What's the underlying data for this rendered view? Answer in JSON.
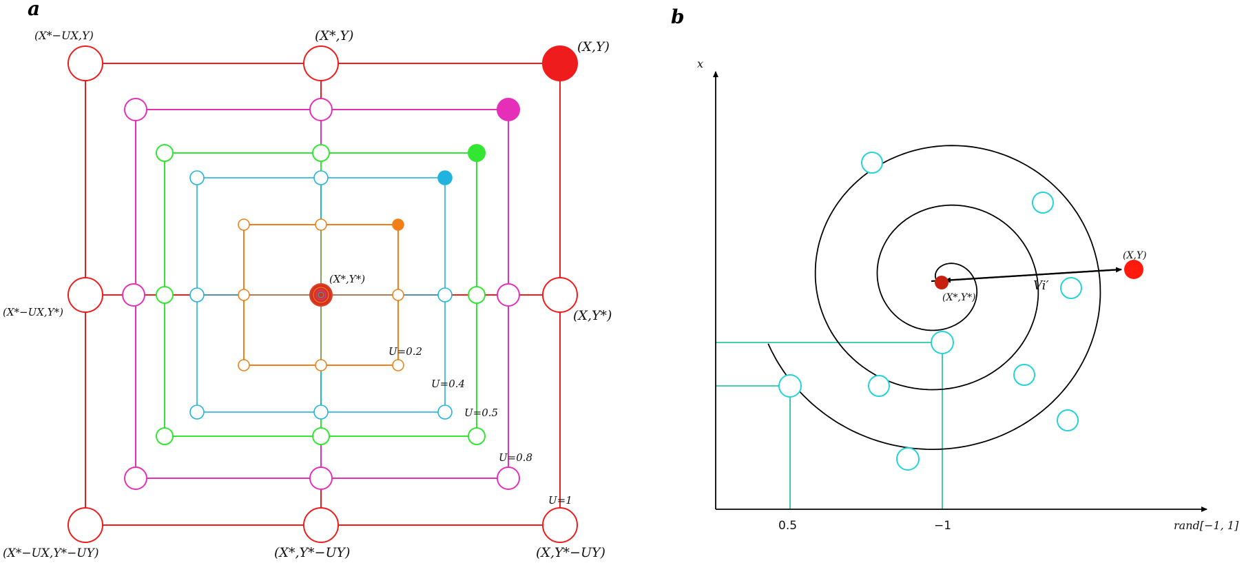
{
  "panel_a": {
    "letter": "a",
    "corner_labels": {
      "top_left": "(X*−UX,Y)",
      "top_mid": "(X*,Y)",
      "top_right": "(X,Y)",
      "mid_left": "(X*−UX,Y*)",
      "center": "(X*,Y*)",
      "mid_right": "(X,Y*)",
      "bot_left": "(X*−UX,Y*−UY)",
      "bot_mid": "(X*,Y*−UY)",
      "bot_right": "(X,Y*−UY)"
    },
    "u_labels": {
      "u02": "U=0.2",
      "u04": "U=0.4",
      "u05": "U=0.5",
      "u08": "U=0.8",
      "u1": "U=1"
    },
    "colors": {
      "u02": "#f07f1a",
      "u04": "#1fb3dd",
      "u05": "#33e633",
      "u08": "#e62fb9",
      "u1": "#ee1c1c",
      "center_fill": "#d0351b"
    }
  },
  "panel_b": {
    "letter": "b",
    "y_axis_label": "x",
    "x_axis_label": "rand[−1, 1]",
    "tick_05": "0.5",
    "tick_m1": "−1",
    "best_label": "(X*,Y*)",
    "agent_label": "(X,Y)",
    "vector_label": "Vi′",
    "colors": {
      "spiral": "#000000",
      "node": "#22d3d9",
      "guide": "#2ec4a5",
      "agent": "#ff1a0d",
      "best": "#c8200f"
    }
  }
}
